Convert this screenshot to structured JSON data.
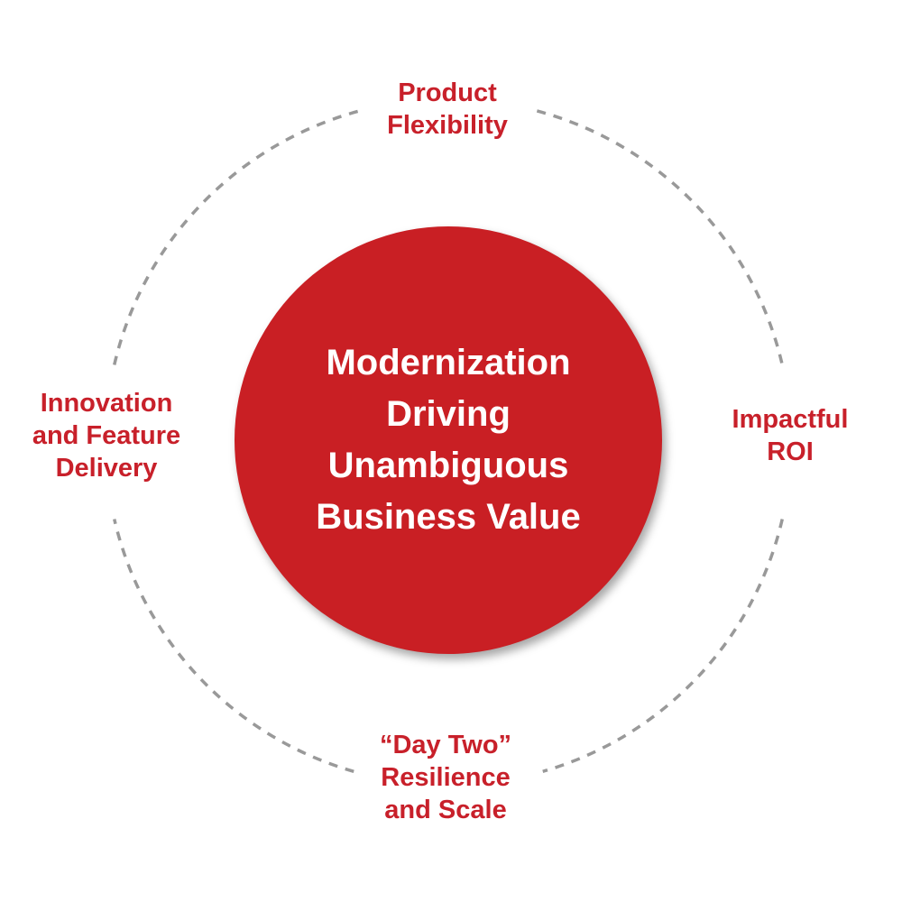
{
  "center": {
    "lines": [
      "Modernization",
      "Driving",
      "Unambiguous",
      "Business Value"
    ]
  },
  "labels": {
    "top": [
      "Product",
      "Flexibility"
    ],
    "right": [
      "Impactful",
      "ROI"
    ],
    "bottom": [
      "“Day Two”",
      "Resilience",
      "and Scale"
    ],
    "left": [
      "Innovation",
      "and Feature",
      "Delivery"
    ]
  },
  "colors": {
    "accent": "#c91f24",
    "label": "#c8202a",
    "ring": "#999999"
  }
}
